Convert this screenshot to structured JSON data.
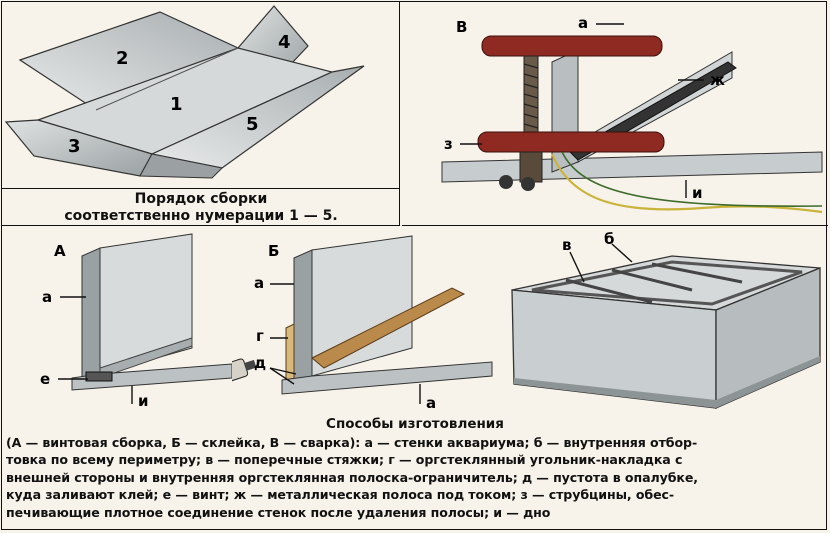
{
  "assembly_caption": {
    "line1": "Порядок сборки",
    "line2": "соответственно нумерации 1 — 5."
  },
  "assembly_numbers": [
    "1",
    "2",
    "3",
    "4",
    "5"
  ],
  "method_letters": {
    "a": "А",
    "b": "Б",
    "v": "В"
  },
  "part_letters": {
    "a": "а",
    "b": "б",
    "v": "в",
    "g": "г",
    "d": "д",
    "e": "е",
    "zh": "ж",
    "z": "з",
    "i": "и"
  },
  "legend": {
    "title": "Способы изготовления",
    "lines": [
      "(А — винтовая сборка, Б — склейка, В — сварка): а — стенки аквариума; б — внутренняя отбор-",
      "товка по всему периметру; в — поперечные стяжки; г — оргстеклянный угольник-накладка с",
      "внешней стороны и внутренняя оргстеклянная полоска-ограничитель; д — пустота в опалубке,",
      "куда заливают клей; е — винт; ж — металлическая полоса под током; з — струбцины, обес-",
      "печивающие плотное соединение стенок после удаления полосы; и — дно"
    ]
  },
  "colors": {
    "background": "#f7f3ea",
    "glass": "#c9ced0",
    "glass_dark": "#8d9496",
    "clamp_red": "#8e2a22",
    "metal": "#4a4a4a",
    "glue": "#d9b97a",
    "wire_yellow": "#c9b33a"
  }
}
